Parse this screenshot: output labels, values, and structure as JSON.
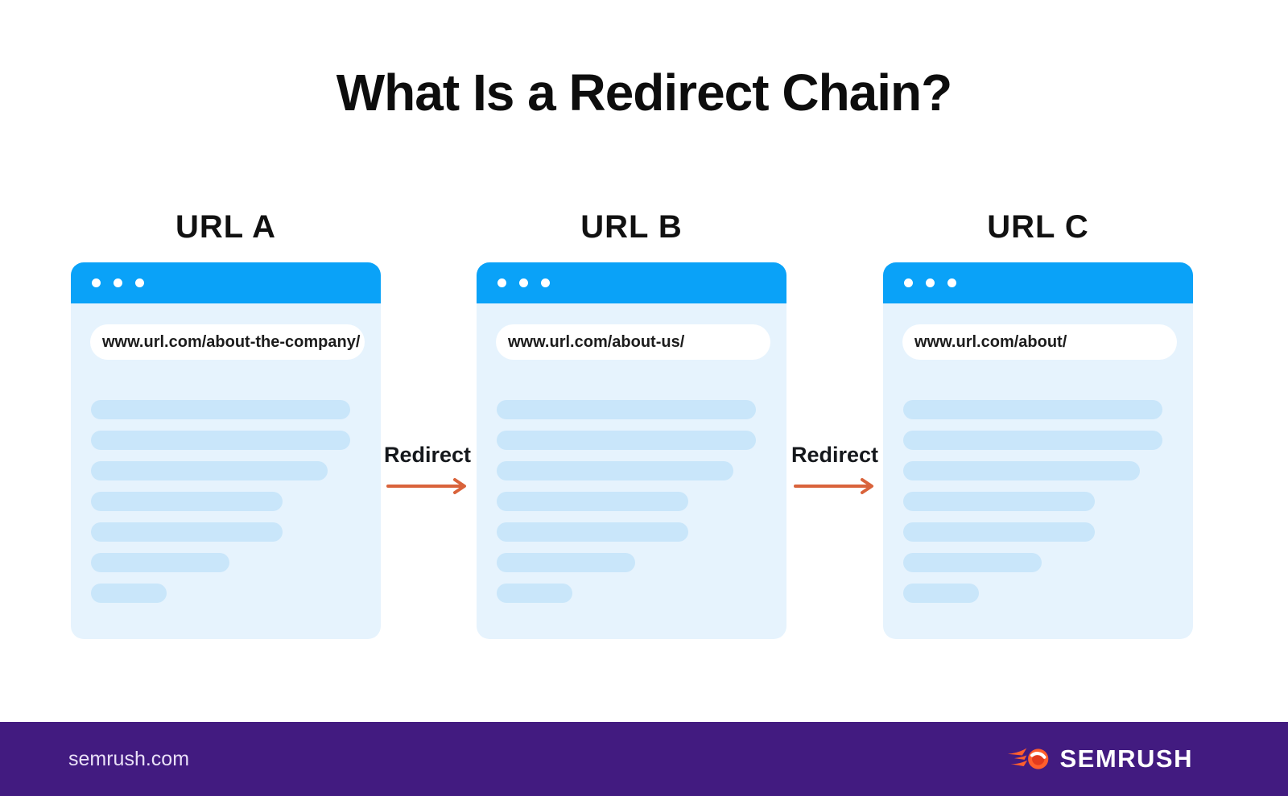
{
  "title": "What Is a Redirect Chain?",
  "browsers": [
    {
      "label": "URL A",
      "url": "www.url.com/about-the-company/"
    },
    {
      "label": "URL B",
      "url": "www.url.com/about-us/"
    },
    {
      "label": "URL C",
      "url": "www.url.com/about/"
    }
  ],
  "redirects": [
    {
      "label": "Redirect"
    },
    {
      "label": "Redirect"
    }
  ],
  "browser_chrome": {
    "content_bar_widths_pct": [
      89.4,
      89.4,
      81.8,
      66.2,
      66.2,
      47.8,
      26
    ]
  },
  "footer": {
    "site": "semrush.com",
    "brand": "SEMRUSH"
  },
  "colors": {
    "title_black": "#0d0d0d",
    "browser_bar_blue": "#0aa2f8",
    "browser_body_blue": "#e6f3fd",
    "placeholder_bar_blue": "#c9e6fa",
    "arrow_orange": "#d9633b",
    "footer_purple": "#421b80",
    "logo_orange": "#ff5f2d",
    "logo_dark_red": "#e23b1e"
  }
}
